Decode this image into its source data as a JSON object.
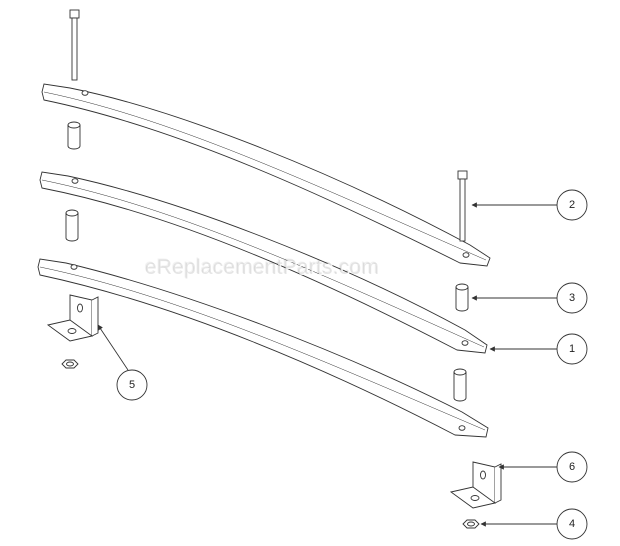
{
  "watermark": "eReplacementParts.com",
  "callouts": [
    {
      "number": "2",
      "part": "bolt"
    },
    {
      "number": "3",
      "part": "spacer"
    },
    {
      "number": "1",
      "part": "leaf-spring"
    },
    {
      "number": "5",
      "part": "bracket"
    },
    {
      "number": "6",
      "part": "bracket"
    },
    {
      "number": "4",
      "part": "nut"
    }
  ],
  "colors": {
    "line": "#333333",
    "fill": "#ffffff"
  }
}
